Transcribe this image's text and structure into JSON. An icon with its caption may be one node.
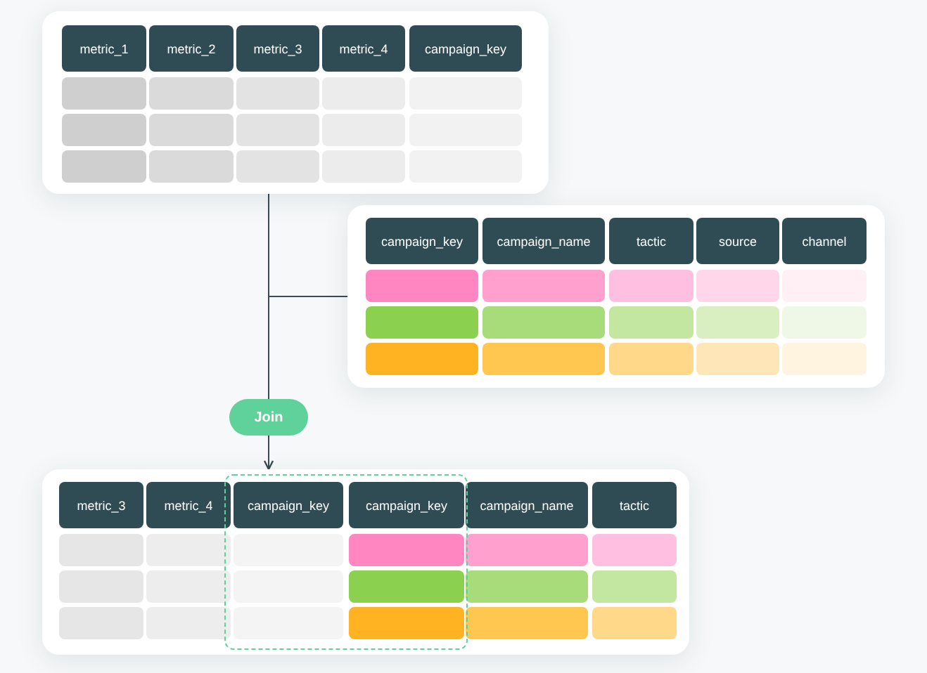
{
  "diagram": {
    "nodes": [
      {
        "text": [
          "metric_1",
          "metric_2",
          "metric_3",
          "metric_4",
          "campaign_key"
        ]
      },
      {
        "text": [
          "campaign_key",
          "campaign_name",
          "tactic",
          "source",
          "channel"
        ]
      },
      {
        "text": [
          "Join"
        ]
      },
      {
        "text": [
          "metric_3",
          "metric_4",
          "campaign_key",
          "campaign_key",
          "campaign_name",
          "tactic"
        ]
      }
    ],
    "edges": [
      {
        "from": 0,
        "to": 2,
        "arrow": "none"
      },
      {
        "from": 1,
        "to": 2,
        "arrow": "none"
      },
      {
        "from": 2,
        "to": 3,
        "arrow": "to"
      }
    ]
  }
}
